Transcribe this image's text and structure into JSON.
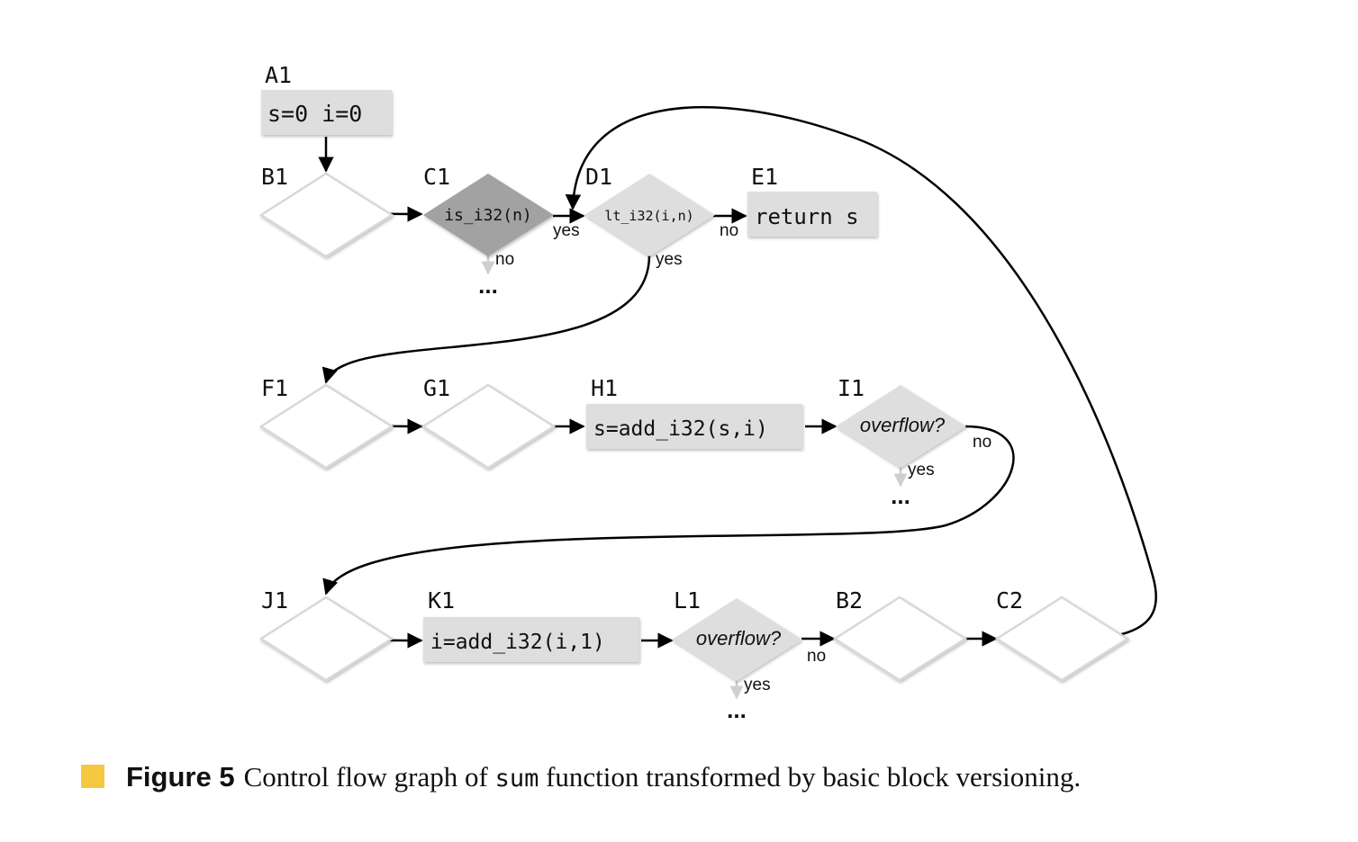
{
  "nodes": {
    "A1": {
      "label": "A1",
      "text": "s=0 i=0"
    },
    "B1": {
      "label": "B1"
    },
    "C1": {
      "label": "C1",
      "text": "is_i32(n)"
    },
    "D1": {
      "label": "D1",
      "text": "lt_i32(i,n)"
    },
    "E1": {
      "label": "E1",
      "text": "return s"
    },
    "F1": {
      "label": "F1"
    },
    "G1": {
      "label": "G1"
    },
    "H1": {
      "label": "H1",
      "text": "s=add_i32(s,i)"
    },
    "I1": {
      "label": "I1",
      "text": "overflow?"
    },
    "J1": {
      "label": "J1"
    },
    "K1": {
      "label": "K1",
      "text": "i=add_i32(i,1)"
    },
    "L1": {
      "label": "L1",
      "text": "overflow?"
    },
    "B2": {
      "label": "B2"
    },
    "C2": {
      "label": "C2"
    }
  },
  "edge_labels": {
    "c1_yes": "yes",
    "c1_no": "no",
    "d1_no": "no",
    "d1_yes": "yes",
    "i1_no": "no",
    "i1_yes": "yes",
    "l1_no": "no",
    "l1_yes": "yes"
  },
  "ellipsis": "...",
  "caption": {
    "figure": "Figure 5",
    "text_before": "Control flow graph of ",
    "code": "sum",
    "text_after": " function transformed by basic block versioning."
  },
  "colors": {
    "accent": "#f5c842",
    "dark_diamond": "#a2a2a2",
    "light_fill": "#dedede",
    "outline": "#d8d8d8",
    "edge": "#000000",
    "faint_edge": "#cfcfcf"
  }
}
